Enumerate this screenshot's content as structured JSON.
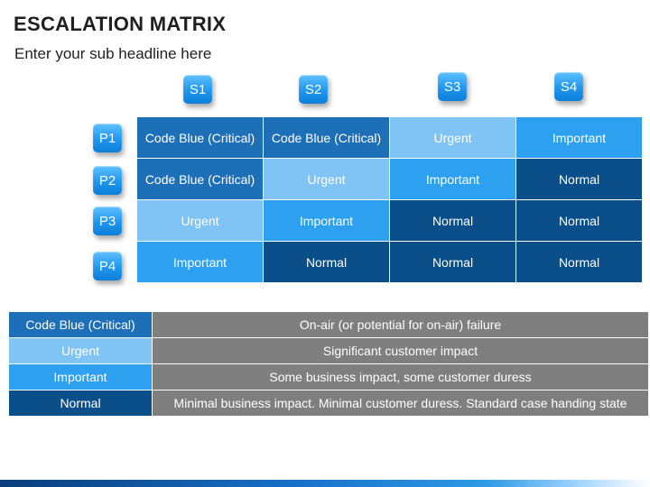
{
  "title": "ESCALATION MATRIX",
  "subtitle": "Enter your sub headline here",
  "columns": [
    "S1",
    "S2",
    "S3",
    "S4"
  ],
  "rows": [
    "P1",
    "P2",
    "P3",
    "P4"
  ],
  "matrix": [
    [
      "Code Blue (Critical)",
      "Code Blue (Critical)",
      "Urgent",
      "Important"
    ],
    [
      "Code Blue (Critical)",
      "Urgent",
      "Important",
      "Normal"
    ],
    [
      "Urgent",
      "Important",
      "Normal",
      "Normal"
    ],
    [
      "Important",
      "Normal",
      "Normal",
      "Normal"
    ]
  ],
  "legend": [
    {
      "level": "Code Blue (Critical)",
      "description": "On-air (or potential for on-air) failure"
    },
    {
      "level": "Urgent",
      "description": "Significant customer impact"
    },
    {
      "level": "Important",
      "description": "Some business impact, some customer duress"
    },
    {
      "level": "Normal",
      "description": "Minimal business impact. Minimal customer duress. Standard case handing state"
    }
  ],
  "colors": {
    "critical": "#1d6fb8",
    "urgent": "#7fc4f5",
    "important": "#2da0ef",
    "normal": "#0b4f8a",
    "description_bg": "#7f7f7f"
  }
}
